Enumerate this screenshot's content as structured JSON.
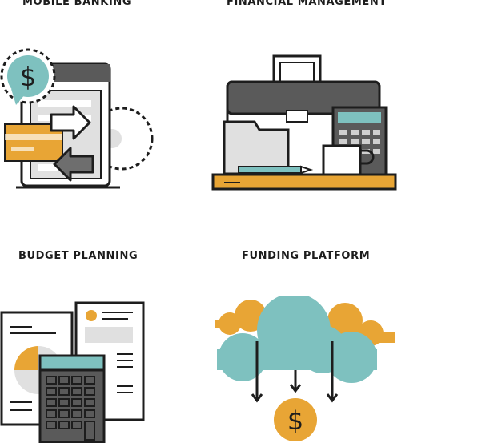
{
  "sections": [
    {
      "label": "MOBILE BANKING",
      "icon": "mobile-banking-icon"
    },
    {
      "label": "FINANCIAL MANAGEMENT",
      "icon": "financial-management-icon"
    },
    {
      "label": "BUDGET PLANNING",
      "icon": "budget-planning-icon"
    },
    {
      "label": "FUNDING PLATFORM",
      "icon": "funding-platform-icon"
    }
  ],
  "currency_symbol": "$",
  "colors": {
    "outline": "#1d1d1d",
    "teal": "#7ec1bf",
    "orange": "#e8a535",
    "dark_gray": "#5a5a5a",
    "light_gray": "#e0e0e0"
  }
}
